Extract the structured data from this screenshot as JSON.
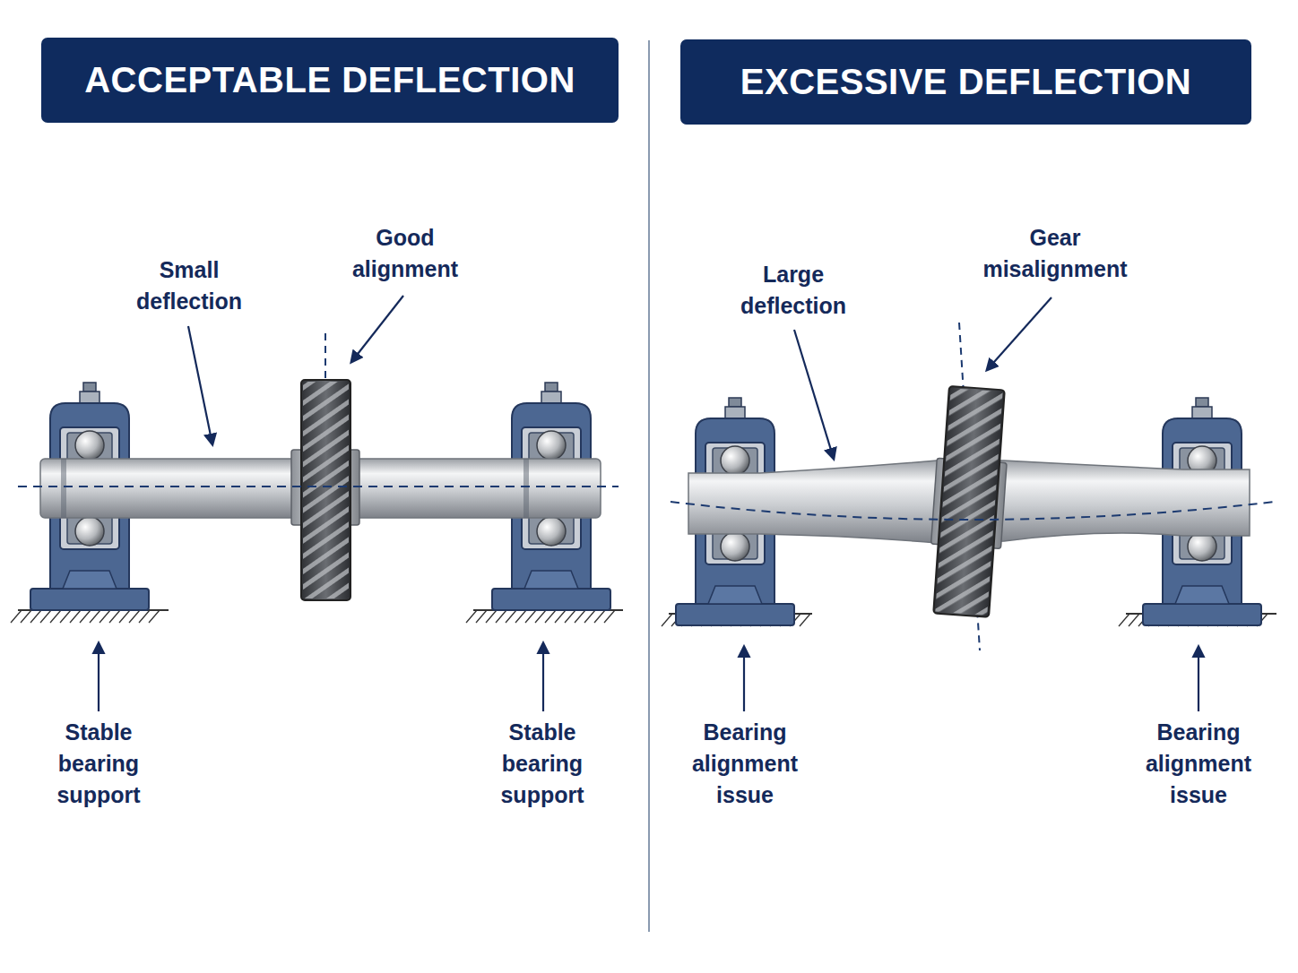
{
  "diagram": {
    "nodes": [
      {
        "text": [
          "ACCEPTABLE DEFLECTION"
        ]
      },
      {
        "text": [
          "EXCESSIVE DEFLECTION"
        ]
      }
    ],
    "labels": [
      "Small deflection",
      "Good alignment",
      "Stable bearing support",
      "Stable bearing support",
      "Large deflection",
      "Gear misalignment",
      "Bearing alignment issue",
      "Bearing alignment issue"
    ]
  }
}
